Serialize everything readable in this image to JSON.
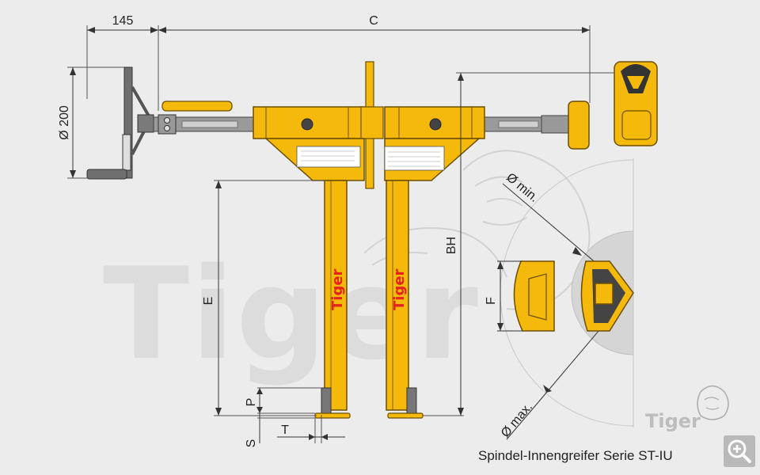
{
  "caption": "Spindel-Innengreifer Serie ST-IU",
  "watermark": {
    "wordmark": "Tiger",
    "small_logo": "Tiger"
  },
  "dimensions": {
    "handwheel_offset": "145",
    "overall_length": "C",
    "handwheel_diameter": "Ø 200",
    "leg_height": "E",
    "build_height": "BH",
    "foot_plate_height": "P",
    "foot_plate_thickness": "S",
    "foot_length": "T",
    "insert_width": "F",
    "min_diameter": "Ø min.",
    "max_diameter": "Ø max."
  },
  "labels": {
    "tiger_brand_left": "Tiger",
    "tiger_brand_right": "Tiger"
  },
  "colors": {
    "body_yellow": "#f5b90c",
    "body_outline": "#6b4e00",
    "brand_red": "#e4241b",
    "background": "#ececec",
    "watermark": "#d8d8d8",
    "handwheel": "#6f6f6f"
  },
  "icons": {
    "zoom": "zoom-in-icon"
  }
}
